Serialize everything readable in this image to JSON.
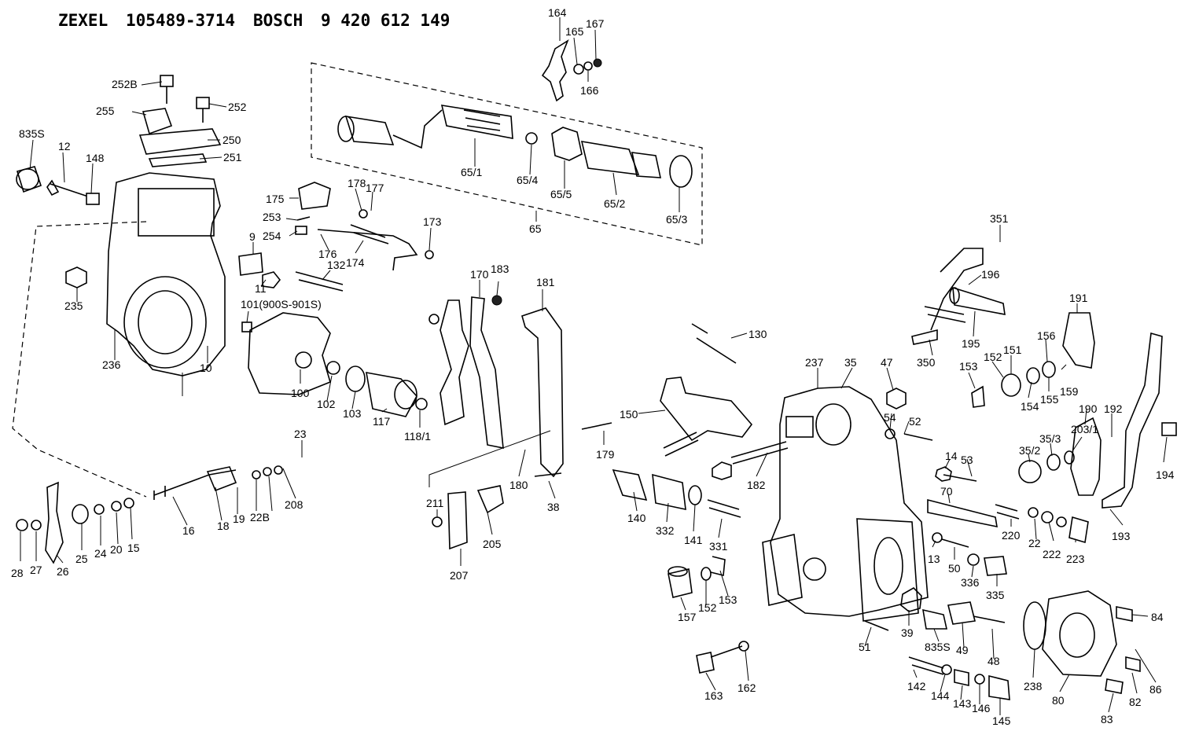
{
  "header": {
    "maker1": "ZEXEL",
    "partno1": "105489-3714",
    "maker2": "BOSCH",
    "partno2": "9 420 612 149"
  },
  "callouts": [
    "164",
    "165",
    "167",
    "166",
    "252B",
    "252",
    "255",
    "250",
    "251",
    "835S",
    "12",
    "148",
    "65/1",
    "65/4",
    "65/5",
    "65/2",
    "65/3",
    "65",
    "175",
    "178",
    "177",
    "253",
    "254",
    "173",
    "176",
    "174",
    "9",
    "132",
    "11",
    "101(900S-901S)",
    "235",
    "236",
    "10",
    "100",
    "102",
    "103",
    "117",
    "118/1",
    "170",
    "183",
    "181",
    "130",
    "351",
    "196",
    "191",
    "195",
    "350",
    "156",
    "153",
    "152",
    "151",
    "154",
    "155",
    "159",
    "237",
    "35",
    "47",
    "54",
    "52",
    "150",
    "14",
    "53",
    "190",
    "192",
    "35/3",
    "203/1",
    "35/2",
    "194",
    "179",
    "23",
    "180",
    "38",
    "182",
    "70",
    "220",
    "22",
    "222",
    "223",
    "193",
    "211",
    "205",
    "207",
    "140",
    "332",
    "141",
    "331",
    "13",
    "50",
    "336",
    "335",
    "28",
    "27",
    "26",
    "25",
    "24",
    "20",
    "15",
    "16",
    "18",
    "19",
    "22B",
    "208",
    "157",
    "152",
    "153",
    "39",
    "84",
    "51",
    "835S",
    "49",
    "48",
    "238",
    "86",
    "163",
    "162",
    "142",
    "144",
    "143",
    "146",
    "145",
    "80",
    "82",
    "83"
  ]
}
